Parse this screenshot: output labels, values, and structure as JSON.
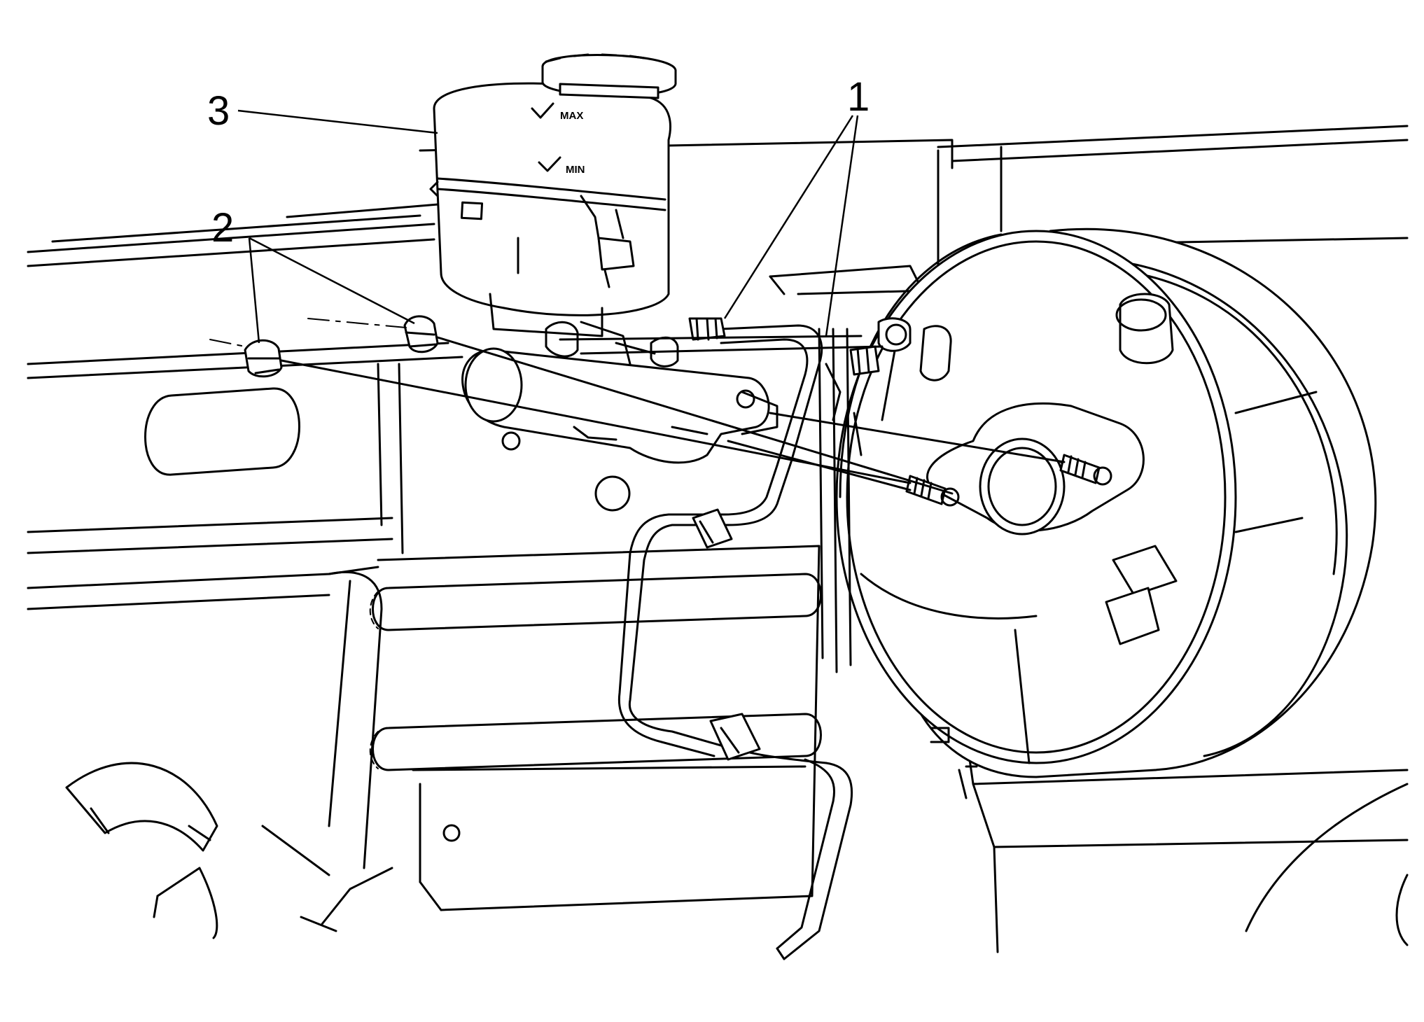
{
  "callouts": [
    {
      "label": "1",
      "part": "brake-pipe-fittings"
    },
    {
      "label": "2",
      "part": "mounting-nuts"
    },
    {
      "label": "3",
      "part": "master-cylinder-reservoir"
    }
  ],
  "reservoir_marks": {
    "max": "MAX",
    "min": "MIN"
  }
}
